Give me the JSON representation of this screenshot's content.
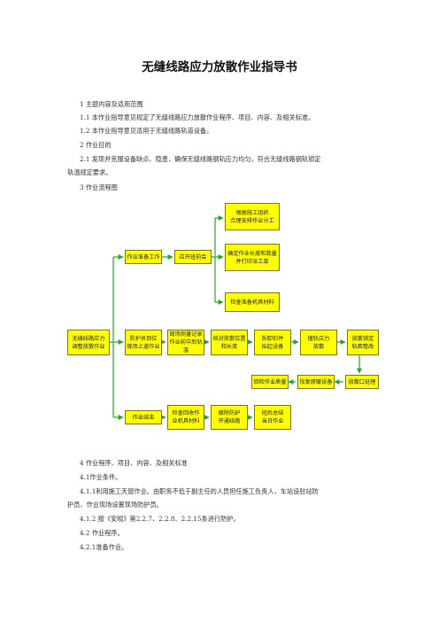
{
  "document": {
    "title": "无缝线路应力放散作业指导书",
    "lines": [
      "1 主题内容及适用范围",
      "1.1 本作业指导意见规定了无缝线路应力放散作业程序、项目、内容、及相关标准。",
      "1.2 本作业指导意见适用于无缝线路轨道设备。",
      "2 作业目的",
      "2.1 发现并克服设备缺点、隐患，确保无缝线路钢轨应力均匀，符合无缝线路钢轨锁定",
      "轨温规定要求。",
      "3 作业流程图"
    ],
    "lines_after": [
      "4 作业程序、项目、内容、及相关标准",
      "4.1作业条件。",
      "4.1.1利用施工天窗作业。由职务不低于副主任的人员担任施工负责人，车站设驻站防",
      "护员、作业现场设置现场防护员。",
      "4.1.2 按《安规》第2.2.7、2.2.8、2.2.15条进行防护。",
      "4.2 作业程序。",
      "4.2.1准备作业。"
    ]
  },
  "flowchart": {
    "start": "无缝线路应力\n调整放散作业",
    "prep": "作业准备工作",
    "meeting": "召开班前会",
    "plan": "根据施工组织\n合理安排作业分工",
    "confirm": "确定作业长度和数量\n并打印派工单",
    "check_tools": "检查准备机具材料",
    "guard": "防护员到位\n现场上道作业",
    "measure": "现场测量记录\n作业前中后轨温",
    "verify": "核对放散位置\n和长度",
    "remove": "拆卸扣件\n抬起设备",
    "release": "撞轨应力\n放散",
    "relock": "放散锁定\n轨距整改",
    "recheck": "回检作业质量",
    "restore": "恢复原暖设备",
    "weld": "放散口处理",
    "finish": "作业结束",
    "collect": "检查回收作\n业机具材料",
    "clear": "撤除防护\n开通线路",
    "summary": "班后总结\n当日作业"
  }
}
